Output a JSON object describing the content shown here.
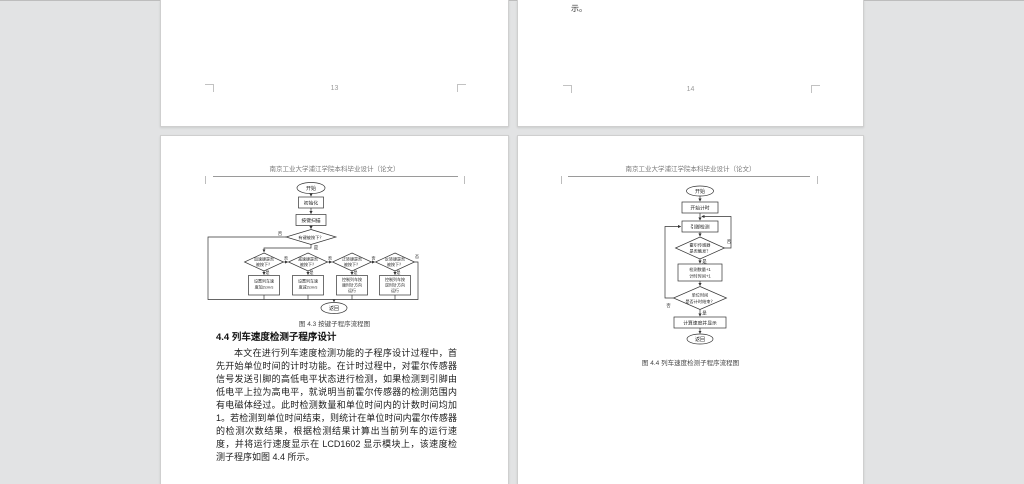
{
  "colors": {
    "background": "#e2e3e4",
    "page": "#ffffff",
    "flow_line": "#333333",
    "header_rule": "#9a9a9a"
  },
  "labels": {
    "yes": "是",
    "no": "否"
  },
  "document": {
    "header_title": "南京工业大学浦江学院本科毕业设计（论文）",
    "page_top_left": {
      "page_number": "13"
    },
    "page_top_right": {
      "first_line": "示。",
      "page_number": "14"
    },
    "page_bottom_left": {
      "figure_caption": "图 4.3 按键子程序流程图",
      "section_heading": "4.4 列车速度检测子程序设计",
      "paragraph": "本文在进行列车速度检测功能的子程序设计过程中，首先开始单位时间的计时功能。在计时过程中，对霍尔传感器信号发送引脚的高低电平状态进行检测，如果检测到引脚由低电平上拉为高电平，就说明当前霍尔传感器的检测范围内有电磁体经过。此时检测数量和单位时间内的计数时间均加 1。若检测到单位时间结束，则统计在单位时间内霍尔传感器的检测次数结果，根据检测结果计算出当前列车的运行速度，并将运行速度显示在 LCD1602 显示模块上，该速度检测子程序如图 4.4 所示。",
      "flowchart": {
        "start": "开始",
        "init": "初始化",
        "scan": "按键扫描",
        "key_check": "有键被按下？",
        "d1": [
          "加速键是否",
          "被按下？"
        ],
        "d2": [
          "减速键是否",
          "被按下？"
        ],
        "d3": [
          "正转键是否",
          "被按下？"
        ],
        "d4": [
          "反转键是否",
          "被按下？"
        ],
        "r1": [
          "设置列车速",
          "度加2cm/s"
        ],
        "r2": [
          "设置列车速",
          "度减2cm/s"
        ],
        "r3": [
          "控制列车按",
          "顺时针方向",
          "运行"
        ],
        "r4": [
          "控制列车按",
          "逆时针方向",
          "运行"
        ],
        "return": "返回"
      }
    },
    "page_bottom_right": {
      "figure_caption": "图 4.4 列车速度检测子程序流程图",
      "flowchart": {
        "start": "开始",
        "timing": "开始计时",
        "pin": "引脚检测",
        "d1": [
          "霍尔传感器",
          "是否触发？"
        ],
        "acc": [
          "检测数量+1",
          "计时时间+1"
        ],
        "d2": [
          "单位时间",
          "是否计时结束？"
        ],
        "calc": "计算速度并显示",
        "return": "返回"
      }
    }
  }
}
